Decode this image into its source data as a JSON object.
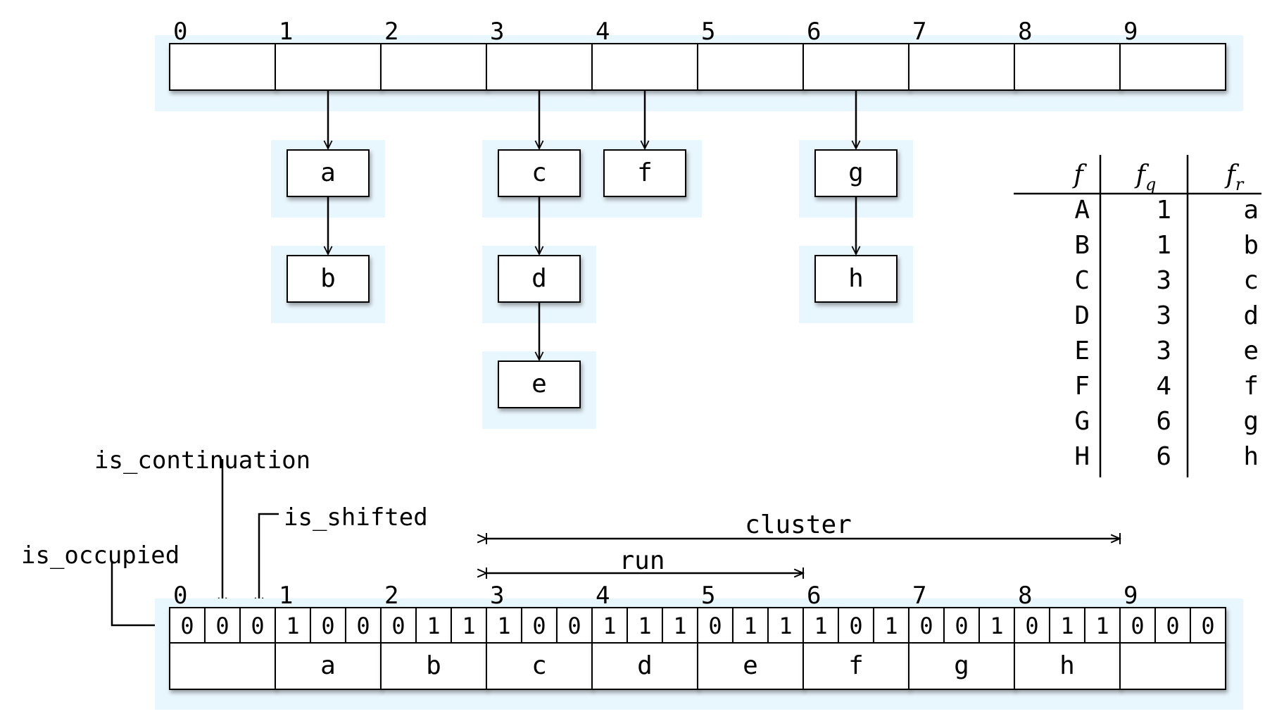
{
  "slot_indices": [
    "0",
    "1",
    "2",
    "3",
    "4",
    "5",
    "6",
    "7",
    "8",
    "9"
  ],
  "chains": [
    {
      "slot_index": 1,
      "items": [
        "a",
        "b"
      ]
    },
    {
      "slot_index": 3,
      "items": [
        "c",
        "d",
        "e"
      ]
    },
    {
      "slot_index": 4,
      "items": [
        "f"
      ]
    },
    {
      "slot_index": 6,
      "items": [
        "g",
        "h"
      ]
    }
  ],
  "fingerprint_table": {
    "headers": [
      "f",
      "f",
      "f"
    ],
    "header_subscripts": [
      "",
      "q",
      "r"
    ],
    "rows": [
      [
        "A",
        "1",
        "a"
      ],
      [
        "B",
        "1",
        "b"
      ],
      [
        "C",
        "3",
        "c"
      ],
      [
        "D",
        "3",
        "d"
      ],
      [
        "E",
        "3",
        "e"
      ],
      [
        "F",
        "4",
        "f"
      ],
      [
        "G",
        "6",
        "g"
      ],
      [
        "H",
        "6",
        "h"
      ]
    ]
  },
  "labels": {
    "is_continuation": "is_continuation",
    "is_shifted": "is_shifted",
    "is_occupied": "is_occupied",
    "cluster": "cluster",
    "run": "run"
  },
  "spans": {
    "cluster": {
      "from_slot": 3,
      "to_slot": 9
    },
    "run": {
      "from_slot": 3,
      "to_slot": 6
    }
  },
  "quotient_filter": {
    "metadata_bits": [
      [
        "0",
        "0",
        "0"
      ],
      [
        "1",
        "0",
        "0"
      ],
      [
        "0",
        "1",
        "1"
      ],
      [
        "1",
        "0",
        "0"
      ],
      [
        "1",
        "1",
        "1"
      ],
      [
        "0",
        "1",
        "1"
      ],
      [
        "1",
        "0",
        "1"
      ],
      [
        "0",
        "0",
        "1"
      ],
      [
        "0",
        "1",
        "1"
      ],
      [
        "0",
        "0",
        "0"
      ]
    ],
    "remainders": [
      "",
      "a",
      "b",
      "c",
      "d",
      "e",
      "f",
      "g",
      "h",
      ""
    ]
  }
}
